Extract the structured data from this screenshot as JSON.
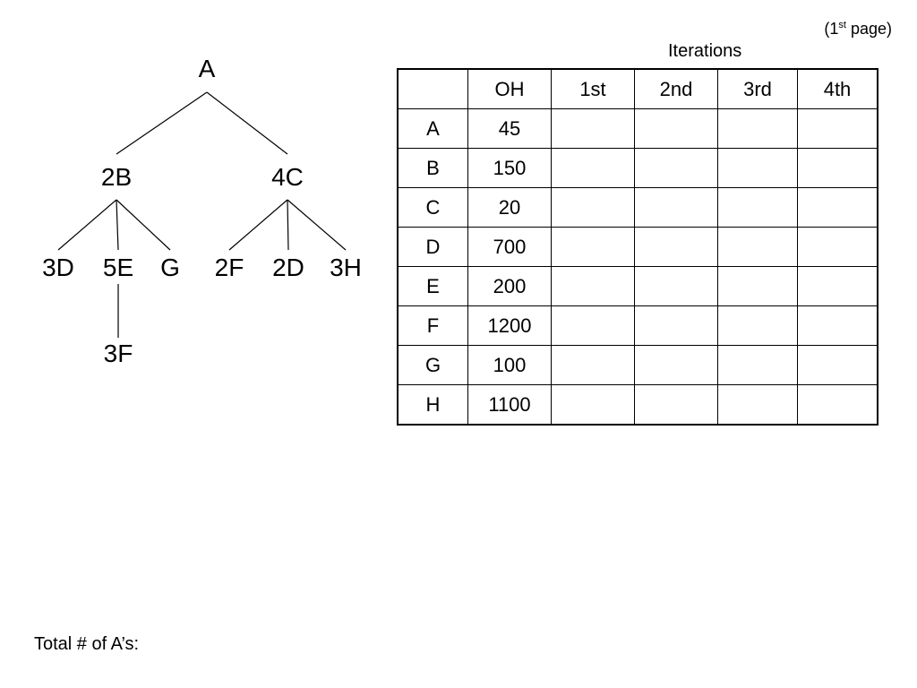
{
  "page_note": {
    "prefix": "(1",
    "sup": "st",
    "suffix": " page)"
  },
  "iterations_label": "Iterations",
  "tree": {
    "nodes": [
      {
        "id": "A",
        "label": "A"
      },
      {
        "id": "2B",
        "label": "2B"
      },
      {
        "id": "4C",
        "label": "4C"
      },
      {
        "id": "3D",
        "label": "3D"
      },
      {
        "id": "5E",
        "label": "5E"
      },
      {
        "id": "G",
        "label": "G"
      },
      {
        "id": "2F",
        "label": "2F"
      },
      {
        "id": "2D",
        "label": "2D"
      },
      {
        "id": "3H",
        "label": "3H"
      },
      {
        "id": "3F",
        "label": "3F"
      }
    ],
    "edges": [
      [
        "A",
        "2B"
      ],
      [
        "A",
        "4C"
      ],
      [
        "2B",
        "3D"
      ],
      [
        "2B",
        "5E"
      ],
      [
        "2B",
        "G"
      ],
      [
        "4C",
        "2F"
      ],
      [
        "4C",
        "2D"
      ],
      [
        "4C",
        "3H"
      ],
      [
        "5E",
        "3F"
      ]
    ]
  },
  "table": {
    "headers": [
      "",
      "OH",
      "1st",
      "2nd",
      "3rd",
      "4th"
    ],
    "rows": [
      {
        "item": "A",
        "oh": "45",
        "it1": "",
        "it2": "",
        "it3": "",
        "it4": ""
      },
      {
        "item": "B",
        "oh": "150",
        "it1": "",
        "it2": "",
        "it3": "",
        "it4": ""
      },
      {
        "item": "C",
        "oh": "20",
        "it1": "",
        "it2": "",
        "it3": "",
        "it4": ""
      },
      {
        "item": "D",
        "oh": "700",
        "it1": "",
        "it2": "",
        "it3": "",
        "it4": ""
      },
      {
        "item": "E",
        "oh": "200",
        "it1": "",
        "it2": "",
        "it3": "",
        "it4": ""
      },
      {
        "item": "F",
        "oh": "1200",
        "it1": "",
        "it2": "",
        "it3": "",
        "it4": ""
      },
      {
        "item": "G",
        "oh": "100",
        "it1": "",
        "it2": "",
        "it3": "",
        "it4": ""
      },
      {
        "item": "H",
        "oh": "1100",
        "it1": "",
        "it2": "",
        "it3": "",
        "it4": ""
      }
    ]
  },
  "total_label": "Total # of A’s:"
}
